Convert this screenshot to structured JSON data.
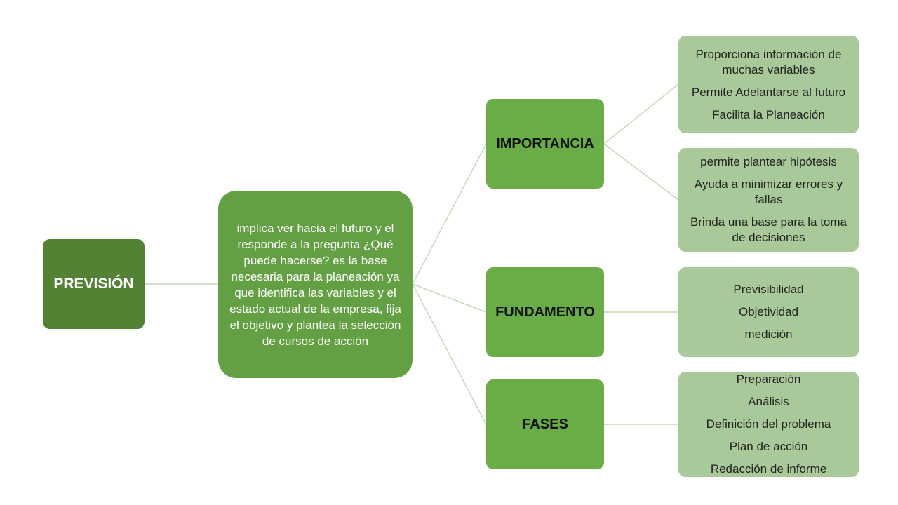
{
  "colors": {
    "root_fill": "#548235",
    "description_fill": "#63a043",
    "category_fill": "#6aac46",
    "leaf_fill": "#a9c99b",
    "connector": "#c5d9b8"
  },
  "root": {
    "label": "PREVISIÓN"
  },
  "description": {
    "text": "implica ver hacia el futuro y el responde a la pregunta ¿Qué puede hacerse? es la base necesaria para la planeación ya que  identifica las variables y el estado actual de la empresa, fija el objetivo y plantea la selección de cursos de acción"
  },
  "categories": [
    {
      "label": "IMPORTANCIA"
    },
    {
      "label": "FUNDAMENTO"
    },
    {
      "label": "FASES"
    }
  ],
  "leaf_groups": [
    {
      "items": [
        "Proporciona información de muchas variables",
        "Permite Adelantarse al futuro",
        "Facilita la Planeación"
      ]
    },
    {
      "items": [
        "permite plantear hipótesis",
        "Ayuda a minimizar errores y fallas",
        "Brinda una base para la toma de decisiones"
      ]
    },
    {
      "items": [
        "Previsibilidad",
        "Objetividad",
        "medición"
      ]
    },
    {
      "items": [
        "Preparación",
        "Análisis",
        "Definición del problema",
        "Plan de acción",
        "Redacción de informe"
      ]
    }
  ]
}
